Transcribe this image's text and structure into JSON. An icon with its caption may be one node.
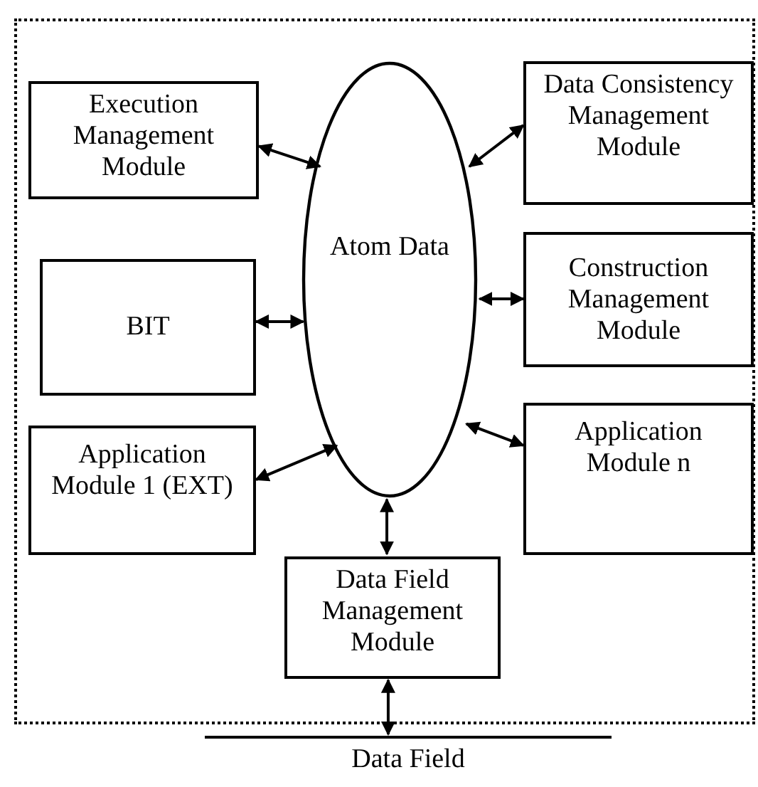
{
  "diagram": {
    "nodes": [
      {
        "text": [],
        "shape": "box"
      },
      {
        "text": [
          "Execution Management Module"
        ],
        "in": 0
      },
      {
        "text": [
          "Atom Data"
        ],
        "in": 0
      },
      {
        "text": [
          "Data Consistency Management Module"
        ],
        "in": 0
      },
      {
        "text": [
          "BIT"
        ],
        "in": 0
      },
      {
        "text": [
          "Construction Management Module"
        ],
        "in": 0
      },
      {
        "text": [
          "Application Module 1 (EXT)"
        ],
        "in": 0
      },
      {
        "text": [
          "Application Module n"
        ],
        "in": 0
      },
      {
        "text": [
          "Data Field Management Module"
        ],
        "in": 0
      },
      {
        "text": [
          "Data Field"
        ]
      }
    ],
    "edges": [
      {
        "from": 1,
        "to": 2,
        "arrow": "both"
      },
      {
        "from": 3,
        "to": 2,
        "arrow": "both"
      },
      {
        "from": 4,
        "to": 2,
        "arrow": "both"
      },
      {
        "from": 5,
        "to": 2,
        "arrow": "both"
      },
      {
        "from": 6,
        "to": 2,
        "arrow": "both"
      },
      {
        "from": 7,
        "to": 2,
        "arrow": "both"
      },
      {
        "from": 2,
        "to": 8,
        "arrow": "both"
      },
      {
        "from": 8,
        "to": 9,
        "arrow": "both"
      }
    ]
  }
}
